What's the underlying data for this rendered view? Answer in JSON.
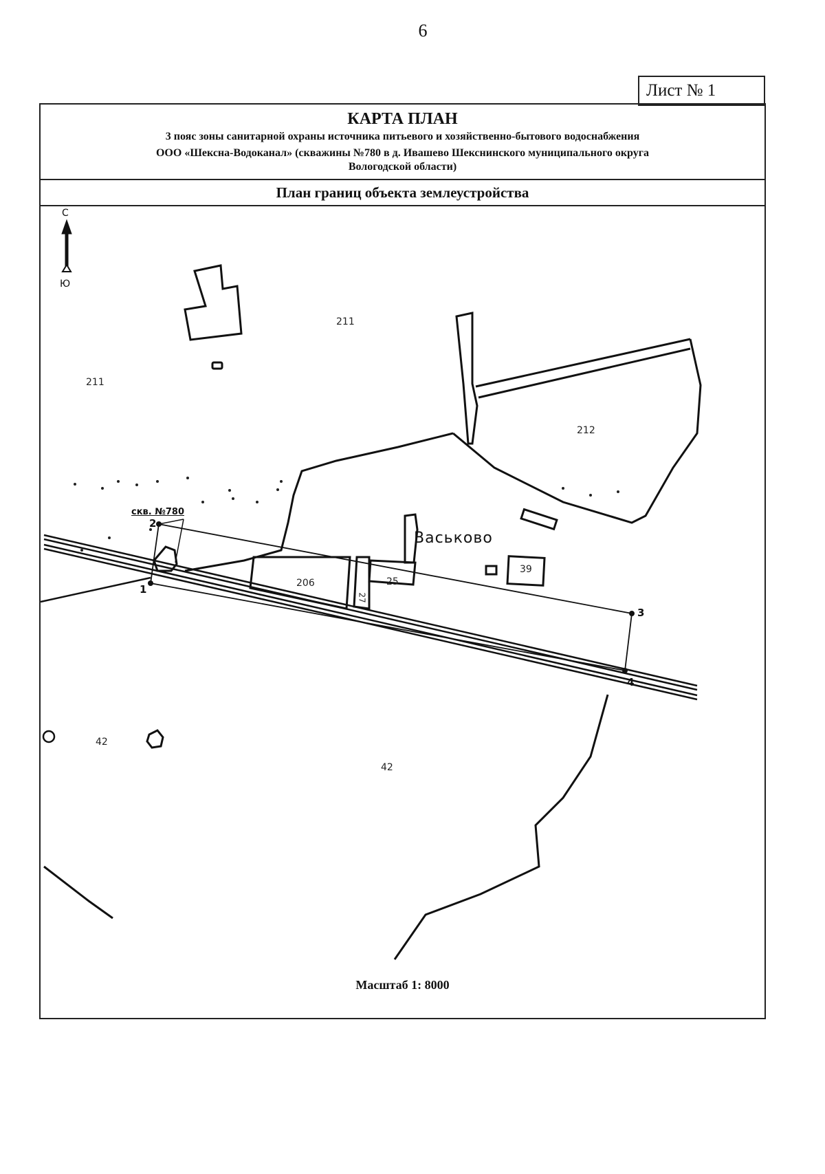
{
  "page_number": "6",
  "sheet_label": "Лист № 1",
  "header": {
    "title": "КАРТА ПЛАН",
    "subtitle_line1": "3 пояс зоны санитарной охраны источника питьевого и хозяйственно-бытового водоснабжения",
    "subtitle_line2": "ООО «Шексна-Водоканал» (скважины №780 в д. Ивашево Шекснинского муниципального округа",
    "subtitle_line3": "Вологодской области)"
  },
  "subheader": "План границ объекта землеустройства",
  "compass": {
    "north": "С",
    "south": "Ю"
  },
  "map": {
    "village_name": "Васьково",
    "well_label": "скв. №780",
    "parcels": [
      "211",
      "211",
      "212",
      "206",
      "25",
      "27",
      "39",
      "42",
      "42"
    ],
    "boundary_points": [
      "1",
      "2",
      "3",
      "4"
    ]
  },
  "scale": "Масштаб 1: 8000"
}
